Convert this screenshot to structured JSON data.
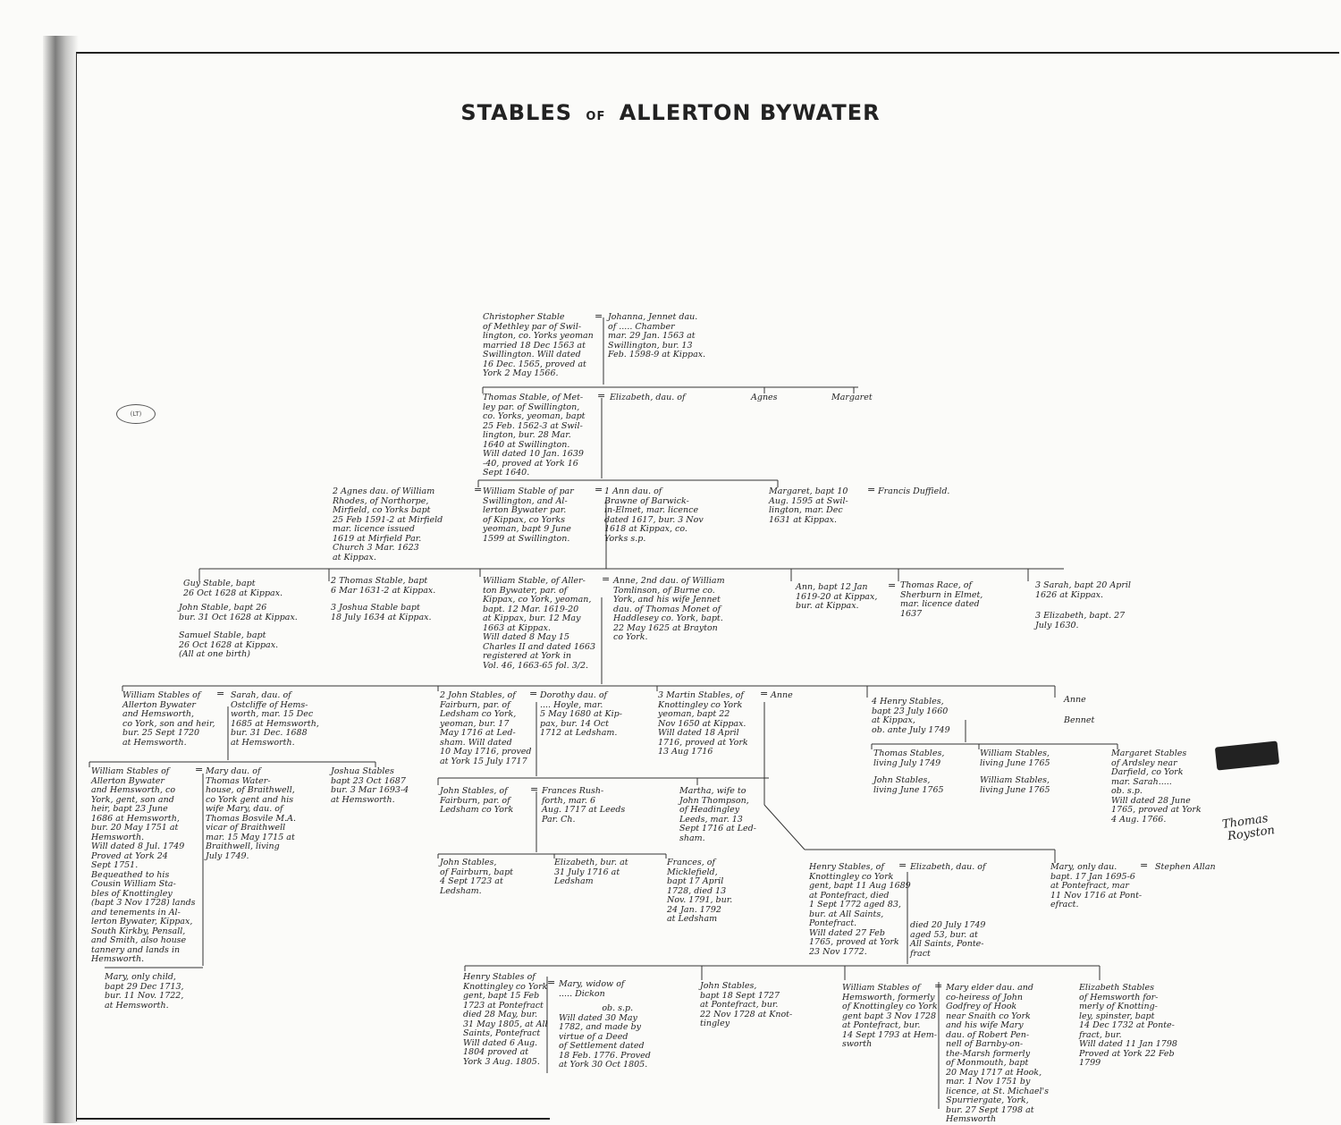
{
  "header": {
    "title_a": "STABLES",
    "title_of": "OF",
    "title_b": "ALLERTON",
    "title_c": "BYWATER",
    "note_tag": "(LT)"
  },
  "annotation": {
    "text": "Thomas\n Royston"
  },
  "entries": [
    {
      "id": "christopher",
      "text": "Christopher Stable\nof Methley par of Swil-\nlington, co. Yorks yeoman\nmarried 18 Dec 1563 at\nSwillington. Will dated\n16 Dec. 1565, proved at\nYork 2 May 1566."
    },
    {
      "id": "johanna",
      "text": "Johanna, Jennet dau.\nof ..... Chamber\nmar. 29 Jan. 1563 at\nSwillington, bur. 13\nFeb. 1598-9 at Kippax."
    },
    {
      "id": "thomas1",
      "text": "Thomas Stable, of Met-\nley par. of Swillington,\nco. Yorks, yeoman, bapt\n25 Feb. 1562-3 at Swil-\nlington, bur. 28 Mar.\n1640 at Swillington.\nWill dated 10 Jan. 1639\n-40, proved at York 16\nSept 1640."
    },
    {
      "id": "elizabeth1",
      "text": "Elizabeth, dau. of"
    },
    {
      "id": "agnes",
      "text": "Agnes"
    },
    {
      "id": "margaret1",
      "text": "Margaret"
    },
    {
      "id": "agnes_rhodes",
      "text": "2 Agnes dau. of William\nRhodes, of Northorpe,\nMirfield, co Yorks bapt\n25 Feb 1591-2 at Mirfield\nmar. licence issued\n1619 at Mirfield Par.\nChurch 3 Mar. 1623\nat Kippax."
    },
    {
      "id": "william1",
      "text": "William Stable of par\nSwillington, and Al-\nlerton Bywater par.\nof Kippax, co Yorks\nyeoman, bapt 9 June\n1599 at Swillington."
    },
    {
      "id": "ann_brawne",
      "text": "1 Ann dau. of\nBrawne of Barwick-\nin-Elmet, mar. licence\ndated 1617, bur. 3 Nov\n1618 at Kippax, co.\nYorks s.p."
    },
    {
      "id": "margaret2",
      "text": "Margaret, bapt 10\nAug. 1595 at Swil-\nlington, mar. Dec\n1631 at Kippax."
    },
    {
      "id": "francis",
      "text": "Francis Duffield."
    },
    {
      "id": "child_a",
      "text": "Guy Stable, bapt\n26 Oct 1628 at Kippax."
    },
    {
      "id": "john1",
      "text": "John Stable, bapt 26\nbur. 31 Oct 1628 at Kippax."
    },
    {
      "id": "samuel",
      "text": "Samuel Stable, bapt\n26 Oct 1628 at Kippax.\n(All at one birth)"
    },
    {
      "id": "thomas2",
      "text": "2 Thomas Stable, bapt\n6 Mar 1631-2 at Kippax."
    },
    {
      "id": "joshua1",
      "text": "3 Joshua Stable bapt\n18 July 1634 at Kippax."
    },
    {
      "id": "william2",
      "text": "William Stable, of Aller-\nton Bywater, par. of\nKippax, co York, yeoman,\nbapt. 12 Mar. 1619-20\nat Kippax, bur. 12 May\n1663 at Kippax.\nWill dated 8 May 15\nCharles II and dated 1663\nregistered at York in\nVol. 46, 1663-65 fol. 3/2."
    },
    {
      "id": "anne_tomlinson",
      "text": "Anne, 2nd dau. of William\nTomlinson, of Burne co.\nYork, and his wife Jennet\ndau. of Thomas Monet of\nHaddlesey co. York, bapt.\n22 May 1625 at Brayton\nco York."
    },
    {
      "id": "ann_sib",
      "text": "Ann, bapt 12 Jan\n1619-20 at Kippax,\nbur. at Kippax."
    },
    {
      "id": "thomas_sib",
      "text": "Thomas Race, of\nSherburn in Elmet,\nmar. licence dated\n1637"
    },
    {
      "id": "sarah_sib",
      "text": "3 Sarah, bapt 20 April\n1626 at Kippax."
    },
    {
      "id": "elizabeth_sib",
      "text": "3 Elizabeth, bapt. 27\nJuly 1630."
    },
    {
      "id": "william3",
      "text": "William Stables of\nAllerton Bywater\nand Hemsworth,\nco York, son and heir,\nbur. 25 Sept 1720\nat Hemsworth."
    },
    {
      "id": "sarah",
      "text": "Sarah, dau. of\nOstcliffe of Hems-\nworth, mar. 15 Dec\n1685 at Hemsworth,\nbur. 31 Dec. 1688\nat Hemsworth."
    },
    {
      "id": "john2",
      "text": "2 John Stables, of\nFairburn, par. of\nLedsham co York,\nyeoman, bur. 17\nMay 1716 at Led-\nsham. Will dated\n10 May 1716, proved\nat York 15 July 1717"
    },
    {
      "id": "dorothy",
      "text": "Dorothy dau. of\n.... Hoyle, mar.\n5 May 1680 at Kip-\npax, bur. 14 Oct\n1712 at Ledsham."
    },
    {
      "id": "martin",
      "text": "3 Martin Stables, of\nKnottingley co York\nyeoman, bapt 22\nNov 1650 at Kippax.\nWill dated 18 April\n1716, proved at York\n13 Aug 1716"
    },
    {
      "id": "anne_m",
      "text": "Anne"
    },
    {
      "id": "henry1",
      "text": "4 Henry Stables,\nbapt 23 July 1660\nat Kippax,\nob. ante July 1749"
    },
    {
      "id": "anne_b",
      "text": "Anne"
    },
    {
      "id": "bennet",
      "text": "Bennet"
    },
    {
      "id": "william4",
      "text": "William Stables of\nAllerton Bywater\nand Hemsworth, co\nYork, gent, son and\nheir, bapt 23 June\n1686 at Hemsworth,\nbur. 20 May 1751 at\nHemsworth.\nWill dated 8 Jul. 1749\nProved at York 24\nSept 1751.\nBequeathed to his\nCousin William Sta-\nbles of Knottingley\n(bapt 3 Nov 1728) lands\nand tenements in Al-\nlerton Bywater, Kippax,\nSouth Kirkby, Pensall,\nand Smith, also house\ntannery and lands in\nHemsworth."
    },
    {
      "id": "mary_waterhouse",
      "text": "Mary dau. of\nThomas Water-\nhouse, of Braithwell,\nco York gent and his\nwife Mary, dau. of\nThomas Bosvile M.A.\nvicar of Braithwell\nmar. 15 May 1715 at\nBraithwell, living\nJuly 1749."
    },
    {
      "id": "joshua2",
      "text": "Joshua Stables\nbapt 23 Oct 1687\nbur. 3 Mar 1693-4\nat Hemsworth."
    },
    {
      "id": "thomas3",
      "text": "Thomas Stables,\nliving July 1749"
    },
    {
      "id": "john3",
      "text": "John Stables,\nliving June 1765"
    },
    {
      "id": "william5",
      "text": "William Stables,\nliving June 1765"
    },
    {
      "id": "william6",
      "text": "William Stables,\nliving June 1765"
    },
    {
      "id": "margaret3",
      "text": "Margaret Stables\nof Ardsley near\nDarfield, co York\nmar. Sarah.....\nob. s.p.\nWill dated 28 June\n1765, proved at York\n4 Aug. 1766."
    },
    {
      "id": "john4",
      "text": "John Stables, of\nFairburn, par. of\nLedsham co York"
    },
    {
      "id": "frances_rush",
      "text": "Frances Rush-\nforth, mar. 6\nAug. 1717 at Leeds\nPar. Ch."
    },
    {
      "id": "martha",
      "text": "Martha, wife to\nJohn Thompson,\nof Headingley\nLeeds, mar. 13\nSept 1716 at Led-\nsham."
    },
    {
      "id": "john5",
      "text": "John Stables,\nof Fairburn, bapt\n4 Sept 1723 at\nLedsham."
    },
    {
      "id": "elizabeth2",
      "text": "Elizabeth, bur. at\n31 July 1716 at\nLedsham"
    },
    {
      "id": "frances2",
      "text": "Frances, of\nMicklefield,\nbapt 17 April\n1728, died 13\nNov. 1791, bur.\n24 Jan. 1792\nat Ledsham"
    },
    {
      "id": "henry2",
      "text": "Henry Stables, of\nKnottingley co York\ngent, bapt 11 Aug 1689\nat Pontefract, died\n1 Sept 1772 aged 83,\nbur. at All Saints,\nPontefract.\nWill dated 27 Feb\n1765, proved at York\n23 Nov 1772."
    },
    {
      "id": "elizabeth3",
      "text": "Elizabeth, dau. of"
    },
    {
      "id": "elizabeth3_note",
      "text": "died 20 July 1749\naged 53, bur. at\nAll Saints, Ponte-\nfract"
    },
    {
      "id": "mary_only",
      "text": "Mary, only dau.\nbapt. 17 Jan 1695-6\nat Pontefract, mar\n11 Nov 1716 at Pont-\nefract."
    },
    {
      "id": "stephen",
      "text": "Stephen Allan"
    },
    {
      "id": "mary_child",
      "text": "Mary, only child,\nbapt 29 Dec 1713,\nbur. 11 Nov. 1722,\nat Hemsworth."
    },
    {
      "id": "henry3",
      "text": "Henry Stables of\nKnottingley co York\ngent, bapt 15 Feb\n1723 at Pontefract\ndied 28 May, bur.\n31 May 1805, at All\nSaints, Pontefract\nWill dated 6 Aug.\n1804 proved at\nYork 3 Aug. 1805."
    },
    {
      "id": "mary_dickon",
      "text": "Mary, widow of\n..... Dickon"
    },
    {
      "id": "mary_dickon_note",
      "text": "                ob. s.p.\nWill dated 30 May\n1782, and made by\nvirtue of a Deed\nof Settlement dated\n18 Feb. 1776. Proved\nat York 30 Oct 1805."
    },
    {
      "id": "john6",
      "text": "John Stables,\nbapt 18 Sept 1727\nat Pontefract, bur.\n22 Nov 1728 at Knot-\ntingley"
    },
    {
      "id": "william7",
      "text": "William Stables of\nHemsworth, formerly\nof Knottingley co York\ngent bapt 3 Nov 1728\nat Pontefract, bur.\n14 Sept 1793 at Hem-\nsworth"
    },
    {
      "id": "mary_godfrey",
      "text": "Mary elder dau. and\nco-heiress of John\nGodfrey of Hook\nnear Snaith co York\nand his wife Mary\ndau. of Robert Pen-\nnell of Barnby-on-\nthe-Marsh formerly\nof Monmouth, bapt\n20 May 1717 at Hook,\nmar. 1 Nov 1751 by\nlicence, at St. Michael's\nSpurriergate, York,\nbur. 27 Sept 1798 at\nHemsworth"
    },
    {
      "id": "elizabeth4",
      "text": "Elizabeth Stables\nof Hemsworth for-\nmerly of Knotting-\nley, spinster, bapt\n14 Dec 1732 at Ponte-\nfract, bur.\nWill dated 11 Jan 1798\nProved at York 22 Feb\n1799"
    }
  ]
}
